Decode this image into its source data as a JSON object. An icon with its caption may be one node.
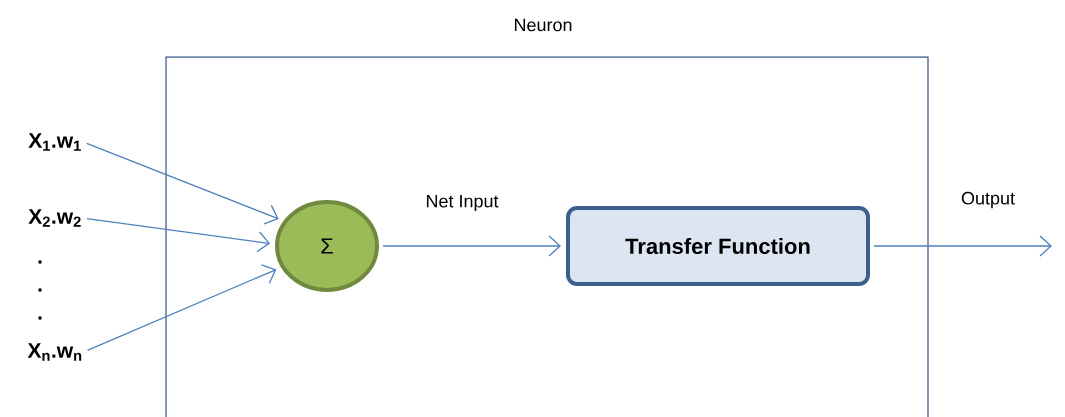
{
  "diagram": {
    "nodes": [
      {
        "text": [
          "Neuron"
        ]
      },
      {
        "text": [
          "X$_{1}$.w$_{1}$"
        ]
      },
      {
        "text": [
          "X$_{2}$.w$_{2}$"
        ]
      },
      {
        "text": [
          "X$_{n}$.w$_{n}$"
        ]
      },
      {
        "text": [
          "Σ"
        ],
        "in": 0
      },
      {
        "text": [
          "Transfer Function"
        ],
        "in": 0
      }
    ],
    "edges": [
      {
        "from": 1,
        "to": 4,
        "arrow": "to"
      },
      {
        "from": 2,
        "to": 4,
        "arrow": "to"
      },
      {
        "from": 3,
        "to": 4,
        "arrow": "to"
      },
      {
        "from": 4,
        "to": 5,
        "arrow": "to",
        "label": "Net Input"
      },
      {
        "from": 5,
        "to": null,
        "arrow": "to",
        "label": "Output"
      }
    ],
    "labels": [
      ".",
      ".",
      "."
    ]
  }
}
